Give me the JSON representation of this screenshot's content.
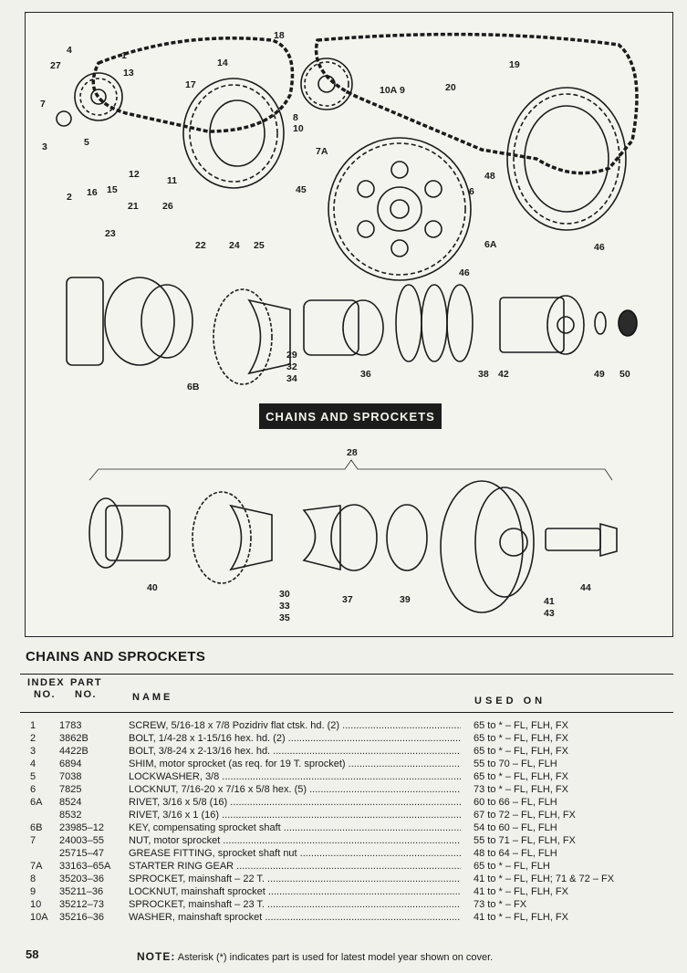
{
  "figure": {
    "banner": "CHAINS AND SPROCKETS",
    "callouts": [
      "18",
      "4",
      "1",
      "27",
      "13",
      "14",
      "17",
      "7",
      "3",
      "5",
      "12",
      "2",
      "16",
      "15",
      "11",
      "8",
      "10",
      "7A",
      "10A",
      "9",
      "20",
      "19",
      "6",
      "48",
      "6A",
      "45",
      "46",
      "46",
      "23",
      "21",
      "26",
      "22",
      "24",
      "25",
      "6B",
      "29",
      "32",
      "34",
      "36",
      "38",
      "42",
      "49",
      "50",
      "28",
      "40",
      "30",
      "33",
      "35",
      "37",
      "39",
      "41",
      "43",
      "44"
    ]
  },
  "section_title": "CHAINS AND SPROCKETS",
  "table": {
    "header": {
      "index_line1": "INDEX",
      "index_line2": "NO.",
      "part_line1": "PART",
      "part_line2": "NO.",
      "name": "NAME",
      "used_on": "USED ON"
    },
    "rows": [
      {
        "index": "1",
        "part": "1783",
        "name": "SCREW, 5/16-18 x 7/8 Pozidriv flat ctsk. hd. (2)",
        "used_on": "65 to * – FL, FLH, FX"
      },
      {
        "index": "2",
        "part": "3862B",
        "name": "BOLT, 1/4-28 x 1-15/16 hex. hd. (2)",
        "used_on": "65 to * – FL, FLH, FX"
      },
      {
        "index": "3",
        "part": "4422B",
        "name": "BOLT, 3/8-24 x 2-13/16 hex. hd.",
        "used_on": "65 to * – FL, FLH, FX"
      },
      {
        "index": "4",
        "part": "6894",
        "name": "SHIM, motor sprocket (as req. for 19 T. sprocket)",
        "used_on": "55 to 70 – FL, FLH"
      },
      {
        "index": "5",
        "part": "7038",
        "name": "LOCKWASHER, 3/8",
        "used_on": "65 to * – FL, FLH, FX"
      },
      {
        "index": "6",
        "part": "7825",
        "name": "LOCKNUT, 7/16-20 x 7/16 x 5/8 hex. (5)",
        "used_on": "73 to * – FL, FLH, FX"
      },
      {
        "index": "6A",
        "part": "8524",
        "name": "RIVET, 3/16 x 5/8 (16)",
        "used_on": "60 to 66 – FL, FLH"
      },
      {
        "index": "",
        "part": "8532",
        "name": "RIVET, 3/16 x 1 (16)",
        "used_on": "67 to 72 – FL, FLH, FX"
      },
      {
        "index": "6B",
        "part": "23985–12",
        "name": "KEY, compensating sprocket shaft",
        "used_on": "54 to 60 – FL, FLH"
      },
      {
        "index": "7",
        "part": "24003–55",
        "name": "NUT, motor sprocket",
        "used_on": "55 to 71 – FL, FLH, FX"
      },
      {
        "index": "",
        "part": "25715–47",
        "name": "GREASE FITTING, sprocket shaft nut",
        "used_on": "48 to 64 – FL, FLH"
      },
      {
        "index": "7A",
        "part": "33163–65A",
        "name": "STARTER RING GEAR",
        "used_on": "65 to * – FL, FLH"
      },
      {
        "index": "8",
        "part": "35203–36",
        "name": "SPROCKET, mainshaft – 22 T.",
        "used_on": "41 to * – FL, FLH; 71 & 72 – FX"
      },
      {
        "index": "9",
        "part": "35211–36",
        "name": "LOCKNUT, mainshaft sprocket",
        "used_on": "41 to * – FL, FLH, FX"
      },
      {
        "index": "10",
        "part": "35212–73",
        "name": "SPROCKET, mainshaft – 23 T.",
        "used_on": "73 to * – FX"
      },
      {
        "index": "10A",
        "part": "35216–36",
        "name": "WASHER, mainshaft sprocket",
        "used_on": "41 to * – FL, FLH, FX"
      }
    ]
  },
  "footer": {
    "page_number": "58",
    "note_label": "NOTE:",
    "note_text": "Asterisk (*) indicates part is used for latest model year shown on cover."
  }
}
